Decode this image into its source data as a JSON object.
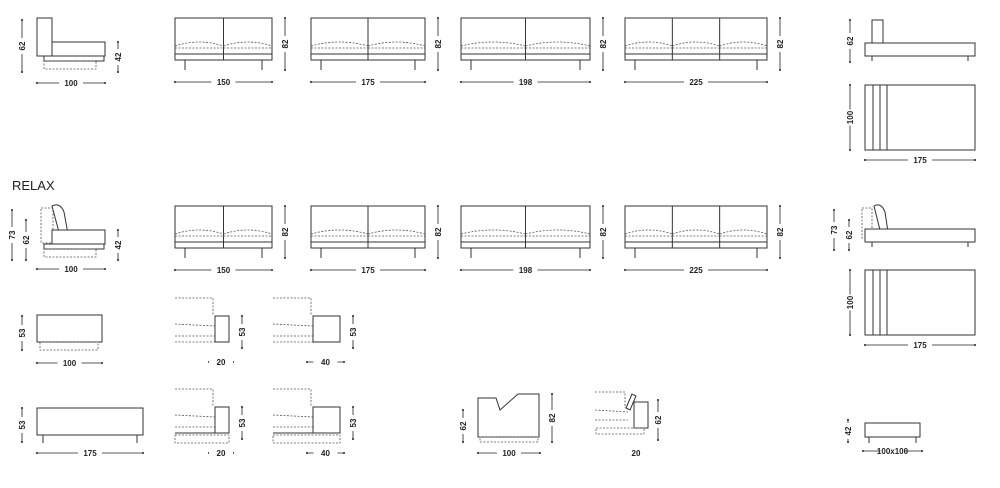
{
  "section_label": "RELAX",
  "row1": {
    "side_view": {
      "height": "62",
      "seat_height": "42",
      "depth": "100"
    },
    "sofas": [
      {
        "width": "150",
        "height": "82"
      },
      {
        "width": "175",
        "height": "82"
      },
      {
        "width": "198",
        "height": "82"
      },
      {
        "width": "225",
        "height": "82"
      }
    ],
    "chaise": {
      "side_height": "62",
      "plan_depth": "100",
      "plan_width": "175"
    }
  },
  "row2": {
    "side_view": {
      "height_raised": "73",
      "height": "62",
      "seat_height": "42",
      "depth": "100"
    },
    "sofas": [
      {
        "width": "150",
        "height": "82"
      },
      {
        "width": "175",
        "height": "82"
      },
      {
        "width": "198",
        "height": "82"
      },
      {
        "width": "225",
        "height": "82"
      }
    ],
    "chaise": {
      "height_raised": "73",
      "side_height": "62",
      "plan_depth": "100",
      "plan_width": "175"
    }
  },
  "row3": {
    "ottoman": {
      "height": "53",
      "width": "100"
    },
    "arm_small": {
      "height": "53",
      "width": "20"
    },
    "arm_large": {
      "height": "53",
      "width": "40"
    }
  },
  "row4": {
    "bench": {
      "height": "53",
      "width": "175"
    },
    "arm_small": {
      "height": "53",
      "width": "20"
    },
    "arm_large": {
      "height": "53",
      "width": "40"
    },
    "corner": {
      "height": "62",
      "back_height": "82",
      "width": "100"
    },
    "back_arm": {
      "height": "62",
      "width": "20"
    },
    "pouf": {
      "height": "42",
      "size": "100x100"
    }
  }
}
